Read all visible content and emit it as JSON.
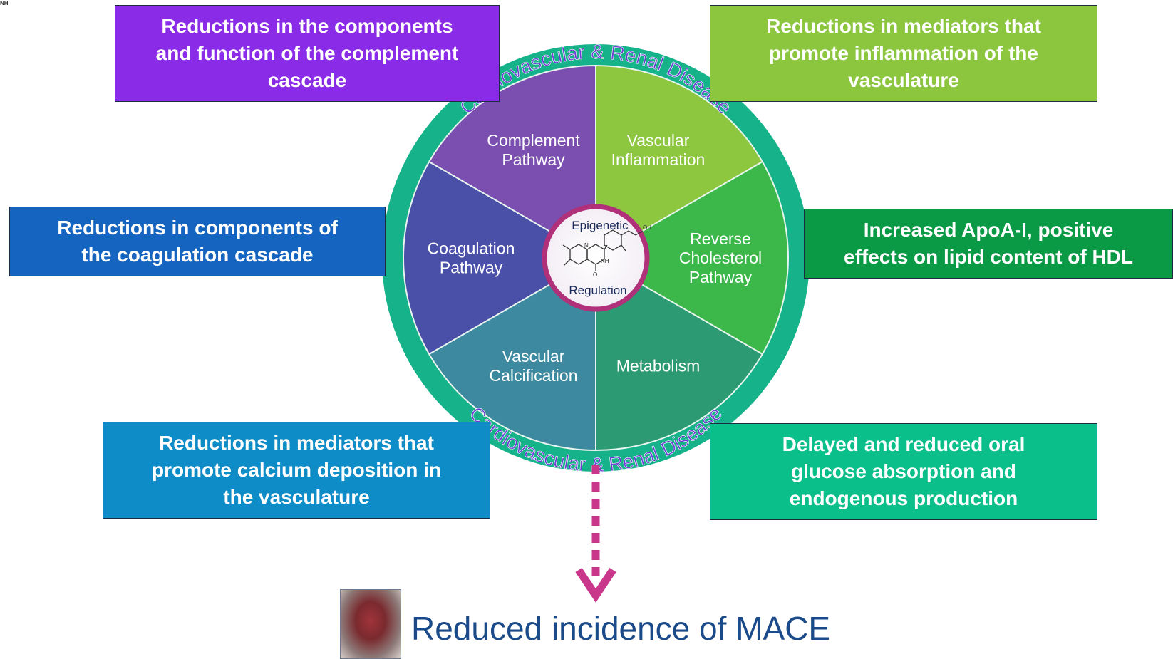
{
  "corner_mark": "NH",
  "boxes": {
    "complement": {
      "lines": [
        "Reductions in the components",
        "and function of the complement",
        "cascade"
      ],
      "color": "#8a2be8"
    },
    "inflammation": {
      "lines": [
        "Reductions in mediators that",
        "promote inflammation of the",
        "vasculature"
      ],
      "color": "#8cc63f"
    },
    "coagulation": {
      "lines": [
        "Reductions in components of",
        "the coagulation cascade"
      ],
      "color": "#1565c0"
    },
    "apoa": {
      "lines": [
        "Increased ApoA-I, positive",
        "effects on lipid content of HDL"
      ],
      "color": "#0a9a45"
    },
    "calcium": {
      "lines": [
        "Reductions in mediators that",
        "promote calcium deposition in",
        "the vasculature"
      ],
      "color": "#0e8cc8"
    },
    "glucose": {
      "lines": [
        "Delayed and reduced oral",
        "glucose absorption and",
        "endogenous production"
      ],
      "color": "#0bbf8a"
    }
  },
  "wheel": {
    "ring_color": "#16b38a",
    "ring_text_top": "Cardiovascular & Renal Disease",
    "ring_text_bottom": "Cardiovascular & Renal Disease",
    "segments": [
      {
        "lines": [
          "Vascular",
          "Inflammation"
        ],
        "color": "#8dc63f"
      },
      {
        "lines": [
          "Reverse",
          "Cholesterol",
          "Pathway"
        ],
        "color": "#3cb84a"
      },
      {
        "lines": [
          "Metabolism"
        ],
        "color": "#2c9a72"
      },
      {
        "lines": [
          "Vascular",
          "Calcification"
        ],
        "color": "#3d8aa0"
      },
      {
        "lines": [
          "Coagulation",
          "Pathway"
        ],
        "color": "#4a4fa8"
      },
      {
        "lines": [
          "Complement",
          "Pathway"
        ],
        "color": "#7a4fb0"
      }
    ],
    "center": {
      "top": "Epigenetic",
      "bottom": "Regulation",
      "border_color": "#b0307a"
    },
    "molecule_labels": [
      "N",
      "NH",
      "O",
      "OH"
    ]
  },
  "arrow_color": "#c8378a",
  "outcome": {
    "text": "Reduced incidence of MACE"
  }
}
